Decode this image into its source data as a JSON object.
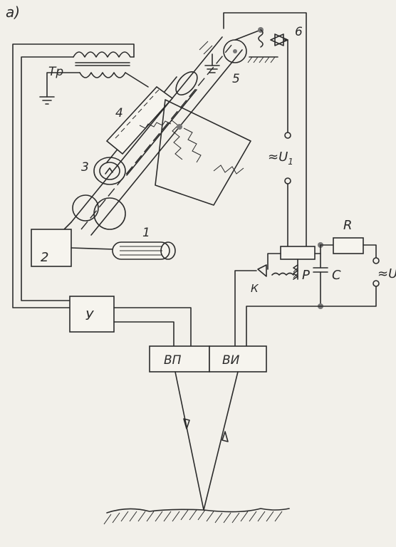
{
  "figure_tag": "а)",
  "labels": {
    "transformer": "Тр",
    "n1": "1",
    "n2": "2",
    "n3": "3",
    "n4": "4",
    "n5": "5",
    "n6": "6",
    "resistor": "R",
    "relay": "P",
    "capacitor": "C",
    "contact": "К",
    "voltage1": "≈U",
    "voltage1_sub": "1",
    "voltage2": "≈U",
    "amplifier": "У",
    "receiver": "ВП",
    "emitter": "ВИ"
  },
  "colors": {
    "ink": "#2b2b2b",
    "paper": "#f2f0ea"
  }
}
